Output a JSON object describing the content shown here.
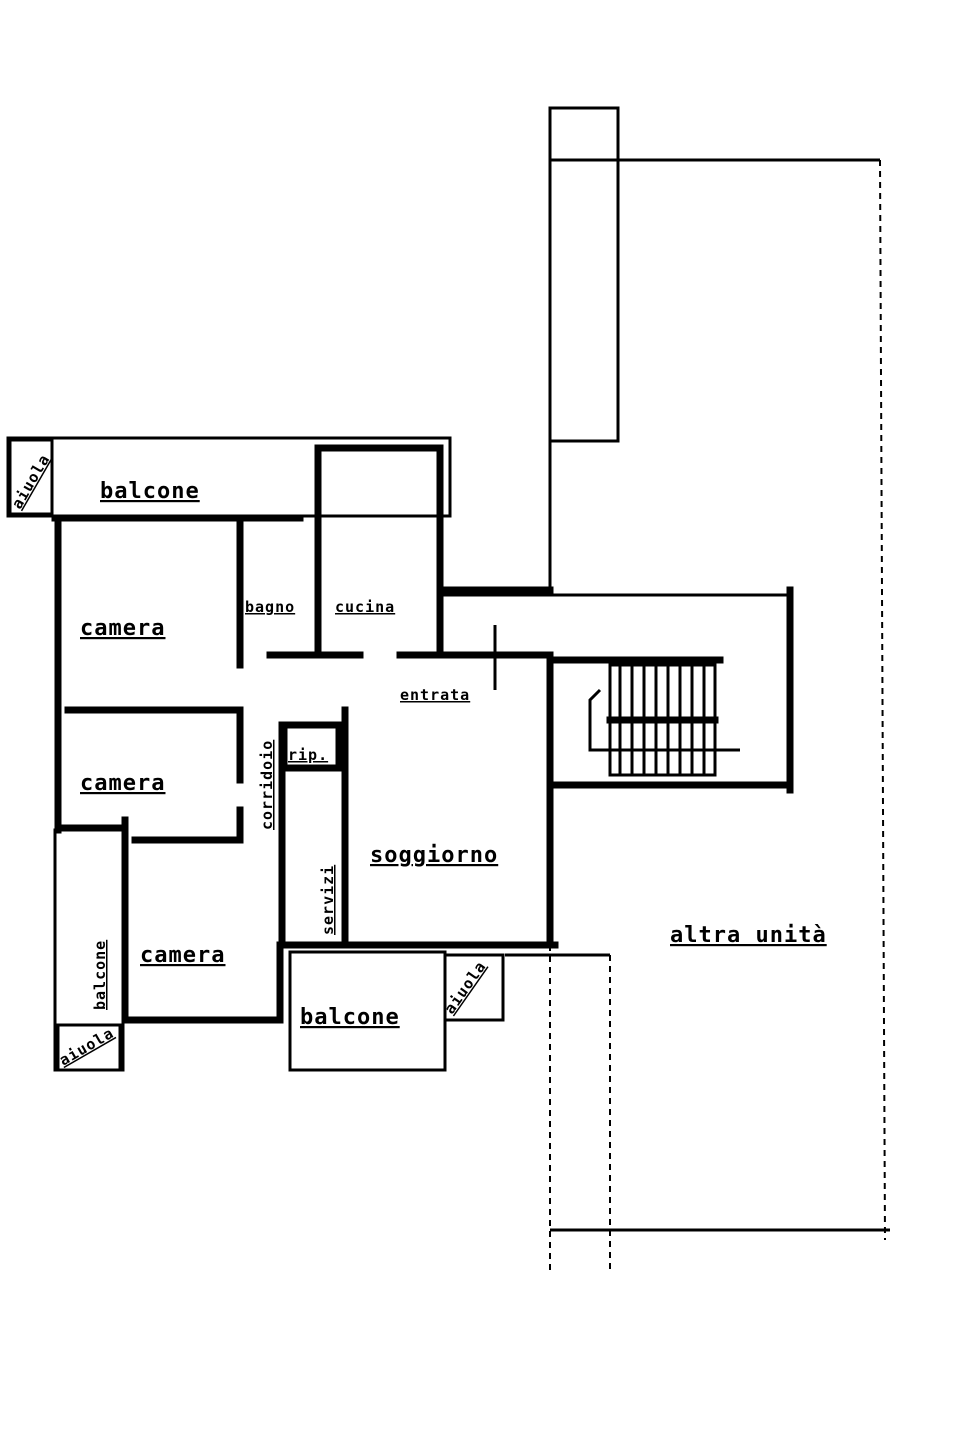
{
  "plan": {
    "rooms": {
      "balcone_top": "balcone",
      "camera_1": "camera",
      "bagno": "bagno",
      "cucina": "cucina",
      "entrata": "entrata",
      "rip": "rip.",
      "corridoio": "corridoio",
      "camera_2": "camera",
      "servizi": "servizi",
      "soggiorno": "soggiorno",
      "camera_3": "camera",
      "balcone_left": "balcone",
      "balcone_bottom": "balcone",
      "altra_unita": "altra unità",
      "aiuola_1": "aiuola",
      "aiuola_2": "aiuola",
      "aiuola_3": "aiuola"
    }
  }
}
